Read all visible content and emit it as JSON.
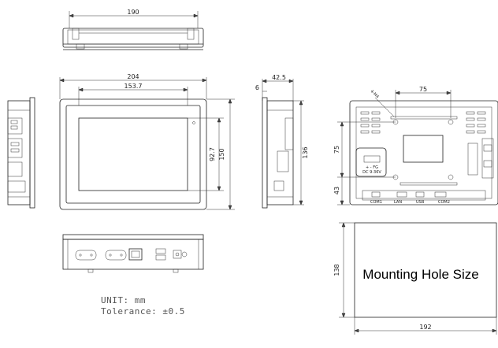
{
  "dimensions": {
    "top_width": "190",
    "front_width": "204",
    "front_inner_width": "153.7",
    "front_height": "150",
    "front_inner_height": "92.7",
    "side_depth": "42.5",
    "side_small": "6",
    "side_height": "136",
    "rear_hole_spacing": "75",
    "rear_vertical_spacing": "75",
    "rear_bottom_offset": "43",
    "rear_hole_spec": "4-M4",
    "cutout_height": "138",
    "cutout_width": "192"
  },
  "rear_labels": {
    "terminal_line1": "+ - FG",
    "terminal_line2": "DC 9-36V",
    "port1": "COM1",
    "port2": "LAN",
    "port3": "USB",
    "port4": "COM2"
  },
  "notes": {
    "unit": "UNIT: mm",
    "tolerance": "Tolerance: ±0.5"
  },
  "cutout_label": "Mounting Hole Size"
}
